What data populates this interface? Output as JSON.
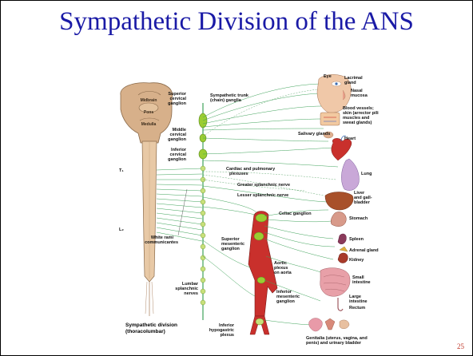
{
  "slide": {
    "title": "Sympathetic Division of the ANS",
    "page_number": "25",
    "accent_color": "#1a1aa6"
  },
  "diagram": {
    "brain_labels": [
      "Midbrain",
      "Pons",
      "Medulla"
    ],
    "spinal_markers": [
      "T₁",
      "L₂"
    ],
    "left_labels": [
      "Superior cervical ganglion",
      "Middle cervical ganglion",
      "Inferior cervical ganglion",
      "White rami communicantes",
      "Lumbar splanchnic nerves",
      "Inferior hypogastric plexus"
    ],
    "center_labels": [
      "Sympathetic trunk (chain) ganglia",
      "Cardiac and pulmonary plexuses",
      "Greater splanchnic nerve",
      "Lesser splanchnic nerve",
      "Celiac ganglion",
      "Superior mesenteric ganglion",
      "Aortic plexus on aorta",
      "Inferior mesenteric ganglion"
    ],
    "organ_labels": {
      "eye": "Eye",
      "lacrimal": "Lacrimal gland",
      "nasal": "Nasal mucosa",
      "blood": "Blood vessels; skin (arrector pili muscles and sweat glands)",
      "salivary": "Salivary glands",
      "heart": "Heart",
      "lung": "Lung",
      "liver": "Liver and gall-bladder",
      "stomach": "Stomach",
      "spleen": "Spleen",
      "adrenal": "Adrenal gland",
      "kidney": "Kidney",
      "small_intestine": "Small intestine",
      "large_intestine": "Large intestine",
      "rectum": "Rectum",
      "genitalia": "Genitalia (uterus, vagina, and penis) and urinary bladder"
    },
    "division_label": {
      "line1": "Sympathetic division",
      "line2": "(thoracolumbar)"
    },
    "colors": {
      "nerve_green": "#3fa35a",
      "nerve_dashed": "#5aa56a",
      "ganglion": "#9acd32",
      "aorta": "#c9302c",
      "cord": "#e8c9a6",
      "brain": "#d7b08a"
    }
  }
}
